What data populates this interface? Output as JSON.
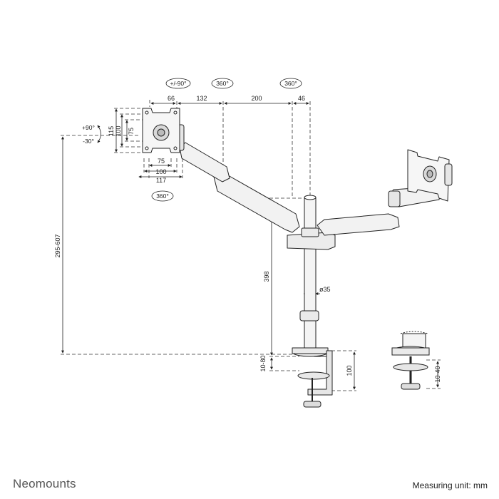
{
  "rotations": {
    "tilt_range": "+/-90°",
    "swivel_mid": "360°",
    "swivel_pole": "360°",
    "rotate_plate": "360°",
    "tilt_up": "+90°",
    "tilt_down": "-30°"
  },
  "top_dimensions": [
    "66",
    "132",
    "200",
    "46"
  ],
  "vesa_vertical": [
    "115",
    "100",
    "75"
  ],
  "vesa_horizontal": [
    "75",
    "100",
    "117"
  ],
  "height_range": "295-607",
  "pole_height": "398",
  "pole_diameter": "ø35",
  "desk_thickness": "10-80",
  "clamp_height": "100",
  "grommet_thickness": "10-40",
  "brand": "Neomounts",
  "measuring_unit": "Measuring unit: mm",
  "colors": {
    "line": "#222222",
    "dim": "#333333",
    "arm": "#f2f2f2"
  }
}
